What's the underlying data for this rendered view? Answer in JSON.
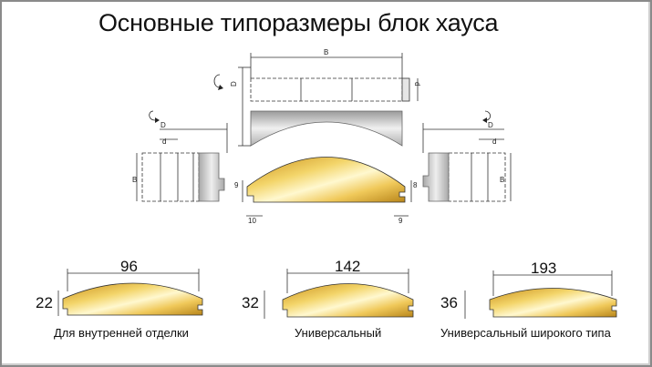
{
  "title": "Основные типоразмеры блок хауса",
  "schematic": {
    "width_label": "B",
    "diameter_label": "D",
    "depth_label": "d",
    "left_b_label": "B",
    "right_b_label": "B",
    "groove_left": "9",
    "groove_right": "8",
    "tongue_left": "10",
    "tongue_right": "9"
  },
  "profiles": [
    {
      "width": "96",
      "thickness": "22",
      "caption": "Для внутренней отделки"
    },
    {
      "width": "142",
      "thickness": "32",
      "caption": "Универсальный"
    },
    {
      "width": "193",
      "thickness": "36",
      "caption": "Универсальный широкого типа"
    }
  ],
  "colors": {
    "wood_light": "#fff4b8",
    "wood_mid": "#e8c04a",
    "wood_dark": "#a87a14",
    "line": "#333333",
    "steel": "#d8d8d8"
  }
}
